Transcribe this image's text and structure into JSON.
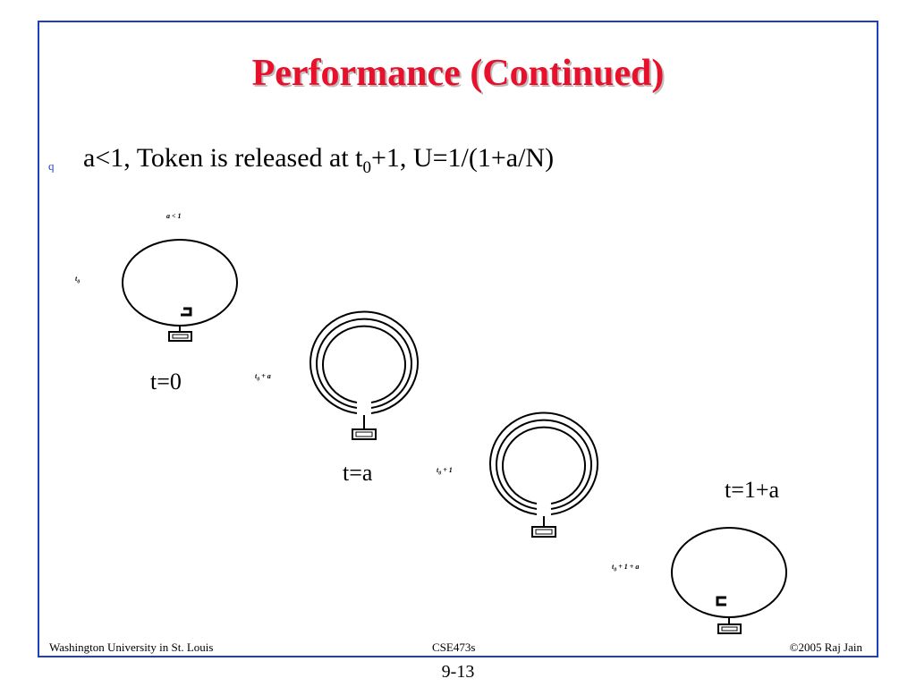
{
  "slide": {
    "title": "Performance (Continued)",
    "bullet_marker": "q",
    "bullet": {
      "pre": "a<1,  Token is released at t",
      "sub": "0",
      "post": "+1, U=1/(1+a/N)"
    }
  },
  "diagram": {
    "condition_label": "a < 1",
    "stages": [
      {
        "caption": "t=0",
        "time_label": "t",
        "time_sub": "0",
        "time_suffix": ""
      },
      {
        "caption": "t=a",
        "time_label": "t",
        "time_sub": "0",
        "time_suffix": " + a"
      },
      {
        "caption": "",
        "time_label": "t",
        "time_sub": "0",
        "time_suffix": " + 1"
      },
      {
        "caption": "t=1+a",
        "time_label": "t",
        "time_sub": "0",
        "time_suffix": " + 1 + a"
      }
    ]
  },
  "footer": {
    "left": "Washington University in St. Louis",
    "center": "CSE473s",
    "right": "©2005 Raj Jain",
    "page": "9-13"
  }
}
